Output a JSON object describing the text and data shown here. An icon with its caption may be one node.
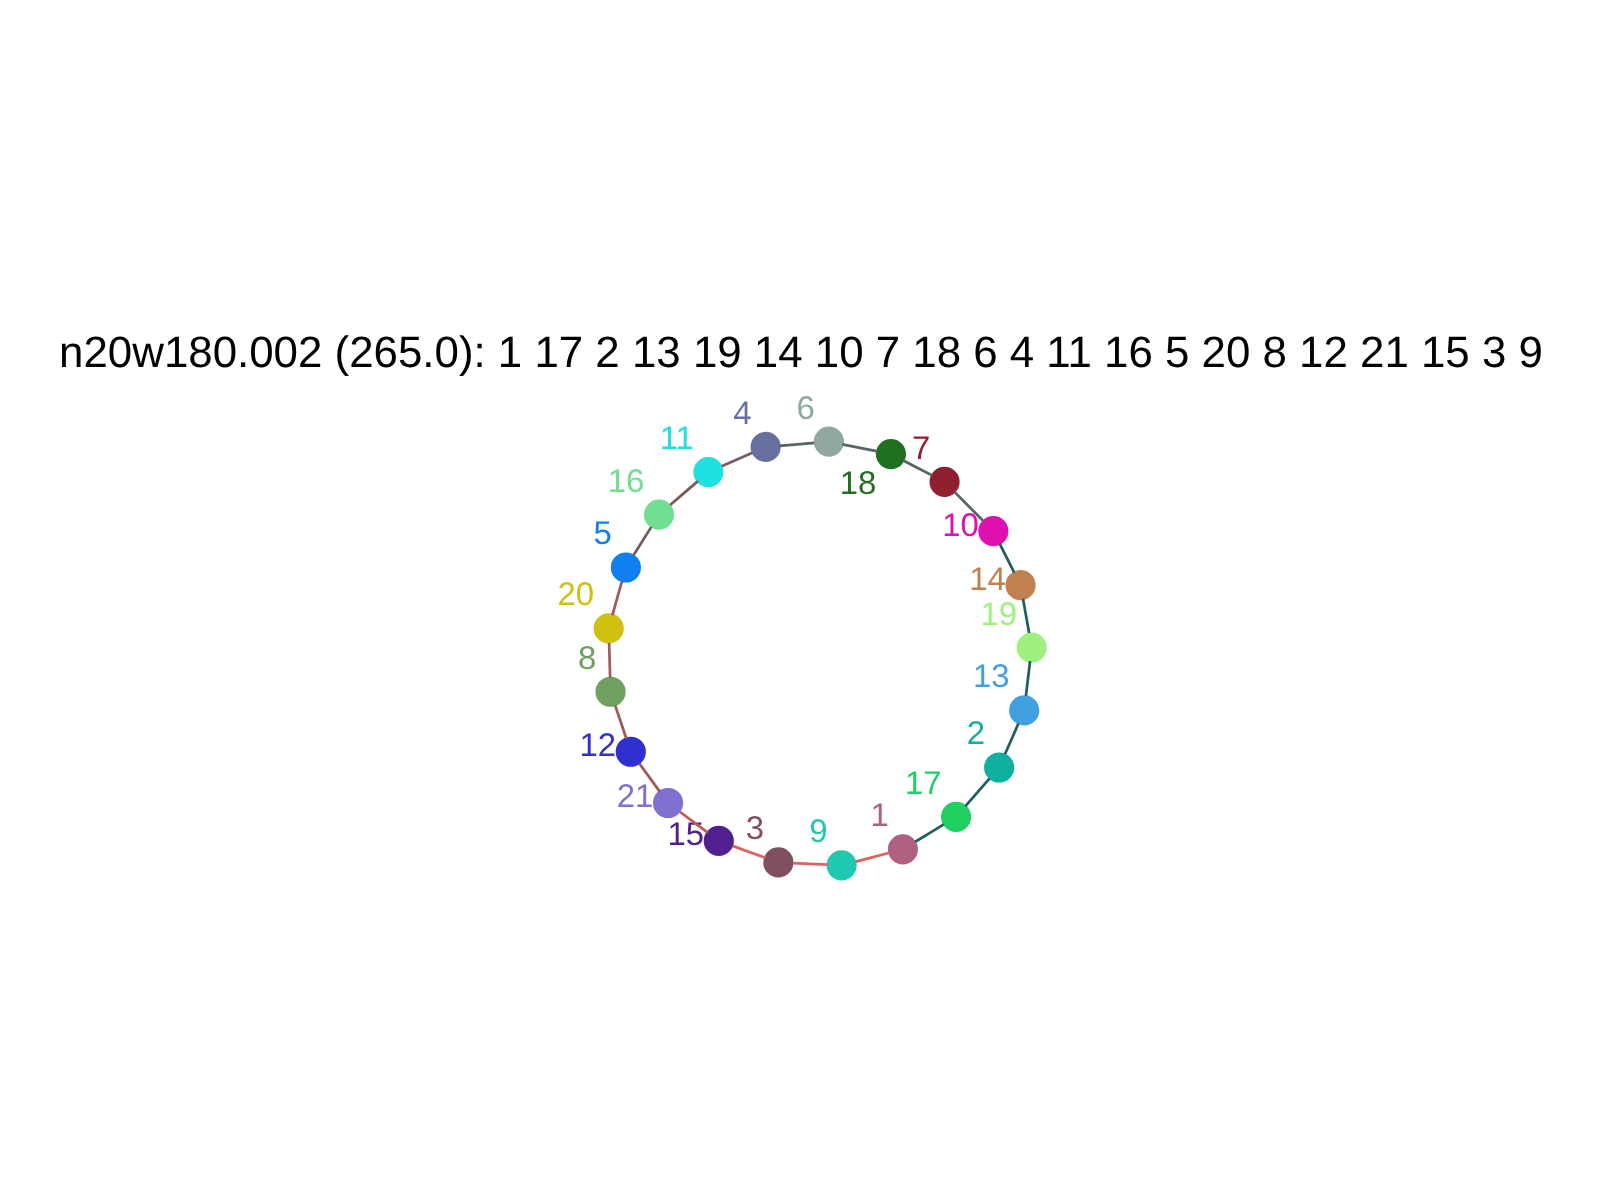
{
  "diagram": {
    "title": "n20w180.002 (265.0): 1 17 2 13 19 14 10 7 18 6 4 11 16 5 20 8 12 21 15 3 9",
    "nodes": [
      {
        "text": [],
        "shape": "circle",
        "beside": [
          "1"
        ]
      },
      {
        "text": [],
        "shape": "circle",
        "beside": [
          "2"
        ]
      },
      {
        "text": [],
        "shape": "circle",
        "beside": [
          "3"
        ]
      },
      {
        "text": [],
        "shape": "circle",
        "beside": [
          "4"
        ]
      },
      {
        "text": [],
        "shape": "circle",
        "beside": [
          "5"
        ]
      },
      {
        "text": [],
        "shape": "circle",
        "beside": [
          "6"
        ]
      },
      {
        "text": [],
        "shape": "circle",
        "beside": [
          "7"
        ]
      },
      {
        "text": [],
        "shape": "circle",
        "beside": [
          "8"
        ]
      },
      {
        "text": [],
        "shape": "circle",
        "beside": [
          "9"
        ]
      },
      {
        "text": [],
        "shape": "circle",
        "beside": [
          "10"
        ]
      },
      {
        "text": [],
        "shape": "circle",
        "beside": [
          "11"
        ]
      },
      {
        "text": [],
        "shape": "circle",
        "beside": [
          "12"
        ]
      },
      {
        "text": [],
        "shape": "circle",
        "beside": [
          "13"
        ]
      },
      {
        "text": [],
        "shape": "circle",
        "beside": [
          "14"
        ]
      },
      {
        "text": [],
        "shape": "circle",
        "beside": [
          "15"
        ]
      },
      {
        "text": [],
        "shape": "circle",
        "beside": [
          "16"
        ]
      },
      {
        "text": [],
        "shape": "circle",
        "beside": [
          "17"
        ]
      },
      {
        "text": [],
        "shape": "circle",
        "beside": [
          "18"
        ]
      },
      {
        "text": [],
        "shape": "circle",
        "beside": [
          "19"
        ]
      },
      {
        "text": [],
        "shape": "circle",
        "beside": [
          "20"
        ]
      },
      {
        "text": [],
        "shape": "circle",
        "beside": [
          "21"
        ]
      }
    ],
    "edges": [
      {
        "from": 0,
        "to": 16,
        "arrow": "none",
        "color": "#1f5f5f"
      },
      {
        "from": 16,
        "to": 1,
        "arrow": "none",
        "color": "#1f5f5f"
      },
      {
        "from": 1,
        "to": 12,
        "arrow": "none",
        "color": "#1f5f5f"
      },
      {
        "from": 12,
        "to": 18,
        "arrow": "none",
        "color": "#1f5f5f"
      },
      {
        "from": 18,
        "to": 13,
        "arrow": "none",
        "color": "#1f5f5f"
      },
      {
        "from": 13,
        "to": 9,
        "arrow": "none",
        "color": "#1f5f5f"
      },
      {
        "from": 9,
        "to": 6,
        "arrow": "none",
        "color": "#556666"
      },
      {
        "from": 6,
        "to": 17,
        "arrow": "none",
        "color": "#556666"
      },
      {
        "from": 17,
        "to": 5,
        "arrow": "none",
        "color": "#556666"
      },
      {
        "from": 5,
        "to": 3,
        "arrow": "none",
        "color": "#556666"
      },
      {
        "from": 3,
        "to": 10,
        "arrow": "none",
        "color": "#7a5a5a"
      },
      {
        "from": 10,
        "to": 15,
        "arrow": "none",
        "color": "#7a5a5a"
      },
      {
        "from": 15,
        "to": 4,
        "arrow": "none",
        "color": "#7a5a5a"
      },
      {
        "from": 4,
        "to": 19,
        "arrow": "none",
        "color": "#a05a5a"
      },
      {
        "from": 19,
        "to": 7,
        "arrow": "none",
        "color": "#a05a5a"
      },
      {
        "from": 7,
        "to": 11,
        "arrow": "none",
        "color": "#a05a5a"
      },
      {
        "from": 11,
        "to": 20,
        "arrow": "none",
        "color": "#a05a5a"
      },
      {
        "from": 20,
        "to": 14,
        "arrow": "none",
        "color": "#c05a5a"
      },
      {
        "from": 14,
        "to": 2,
        "arrow": "none",
        "color": "#e06060"
      },
      {
        "from": 2,
        "to": 8,
        "arrow": "none",
        "color": "#e06060"
      },
      {
        "from": 8,
        "to": 0,
        "arrow": "none",
        "color": "#e06060"
      }
    ]
  }
}
